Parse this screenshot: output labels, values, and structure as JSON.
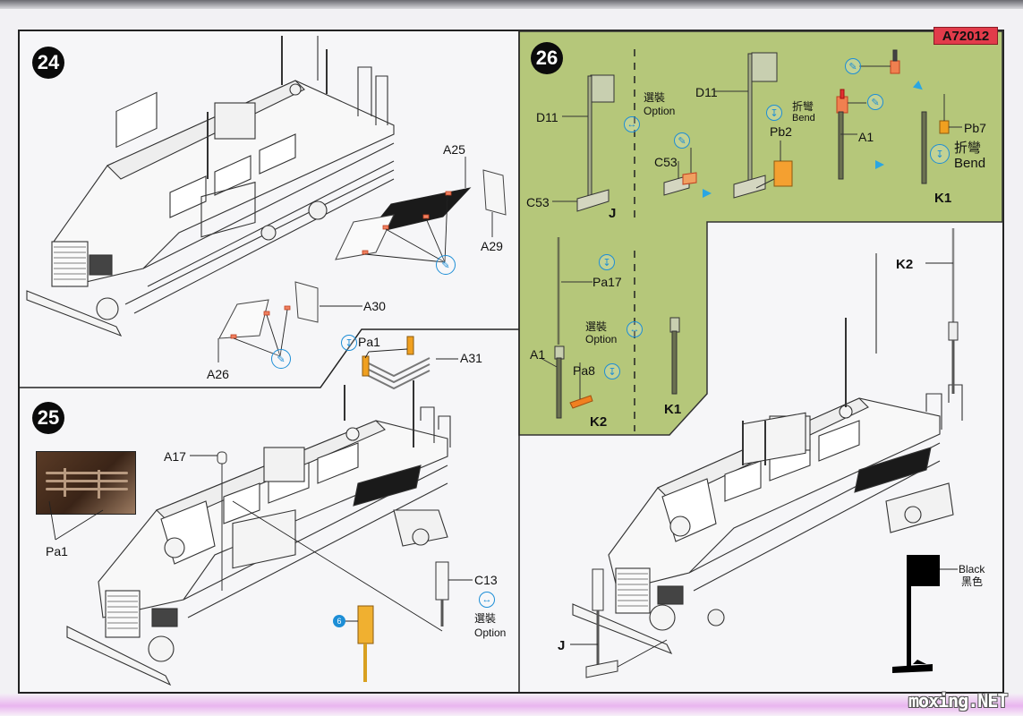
{
  "document": {
    "kit_code": "A72012",
    "watermark": "moxing.NET",
    "accent_colors": {
      "step26_background": "#b5c77a",
      "kit_code_badge": "#e23b4a",
      "instruction_icon": "#1d8ed6",
      "photo_etch_part": "#f0a020",
      "highlight_part": "#e25a2a"
    }
  },
  "steps": [
    {
      "number": "24",
      "labels": [
        "A25",
        "A29",
        "A30",
        "A26"
      ],
      "icons": [
        "glue-icon",
        "glue-icon"
      ]
    },
    {
      "number": "25",
      "labels": {
        "pa1_top": "Pa1",
        "a31": "A31",
        "a17": "A17",
        "pa1_photo": "Pa1",
        "c13": "C13",
        "option_cn": "選裝",
        "option_en": "Option",
        "part_ref": "6"
      },
      "icons": [
        "bend-icon",
        "option-icon"
      ]
    },
    {
      "number": "26",
      "assemblies": {
        "J": {
          "title": "J",
          "d11": "D11",
          "c53": "C53"
        },
        "J_alt": {
          "d11": "D11",
          "c53": "C53",
          "pb2": "Pb2",
          "bend_cn": "折彎",
          "bend_en": "Bend"
        },
        "K1": {
          "title": "K1",
          "a1": "A1",
          "pb7": "Pb7",
          "bend_cn": "折彎",
          "bend_en": "Bend"
        },
        "K2": {
          "title": "K2",
          "pa17": "Pa17",
          "a1": "A1",
          "pa8": "Pa8"
        },
        "K1_alt": {
          "title": "K1"
        }
      },
      "option_cn": "選裝",
      "option_en": "Option",
      "option_cn_2": "選裝",
      "option_en_2": "Option",
      "final_view": {
        "k2": "K2",
        "j": "J",
        "flag_color_en": "Black",
        "flag_color_cn": "黑色"
      }
    }
  ]
}
